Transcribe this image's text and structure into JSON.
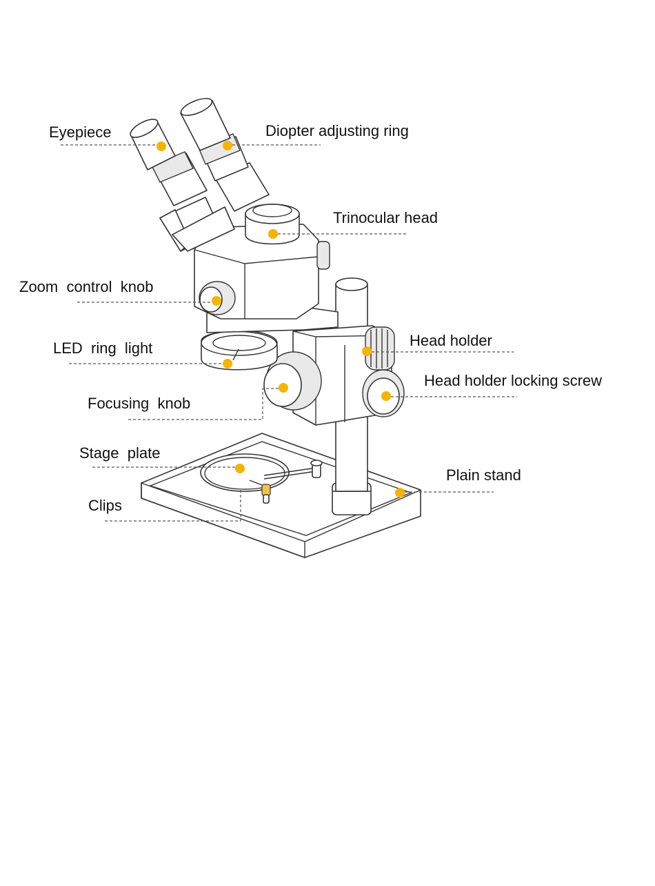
{
  "accent_color": "#f5b400",
  "labels": {
    "eyepiece": "Eyepiece",
    "diopter": "Diopter adjusting ring",
    "trinocular": "Trinocular head",
    "zoom": "Zoom  control  knob",
    "led": "LED  ring  light",
    "focusing": "Focusing  knob",
    "head_holder": "Head holder",
    "locking_screw": "Head holder locking screw",
    "stage_plate": "Stage  plate",
    "plain_stand": "Plain stand",
    "clips": "Clips"
  }
}
